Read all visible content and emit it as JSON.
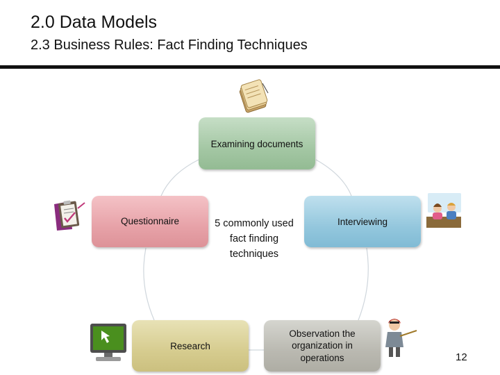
{
  "slide": {
    "title": "2.0 Data Models",
    "subtitle": "2.3 Business Rules: Fact Finding Techniques",
    "page_number": "12"
  },
  "diagram": {
    "center_text": "5 commonly used fact finding techniques",
    "nodes": [
      {
        "id": "examining",
        "label": "Examining documents",
        "color": "#a4c7a4",
        "icon": "documents-icon"
      },
      {
        "id": "interviewing",
        "label": "Interviewing",
        "color": "#94c7dd",
        "icon": "interview-people-icon"
      },
      {
        "id": "observation",
        "label": "Observation the organization in operations",
        "color": "#bab9b1",
        "icon": "teacher-pointer-icon"
      },
      {
        "id": "research",
        "label": "Research",
        "color": "#d6cc8f",
        "icon": "computer-monitor-icon"
      },
      {
        "id": "questionnaire",
        "label": "Questionnaire",
        "color": "#e7a2a8",
        "icon": "clipboard-checklist-icon"
      }
    ],
    "cycle_line_color": "#cfd6dc"
  }
}
